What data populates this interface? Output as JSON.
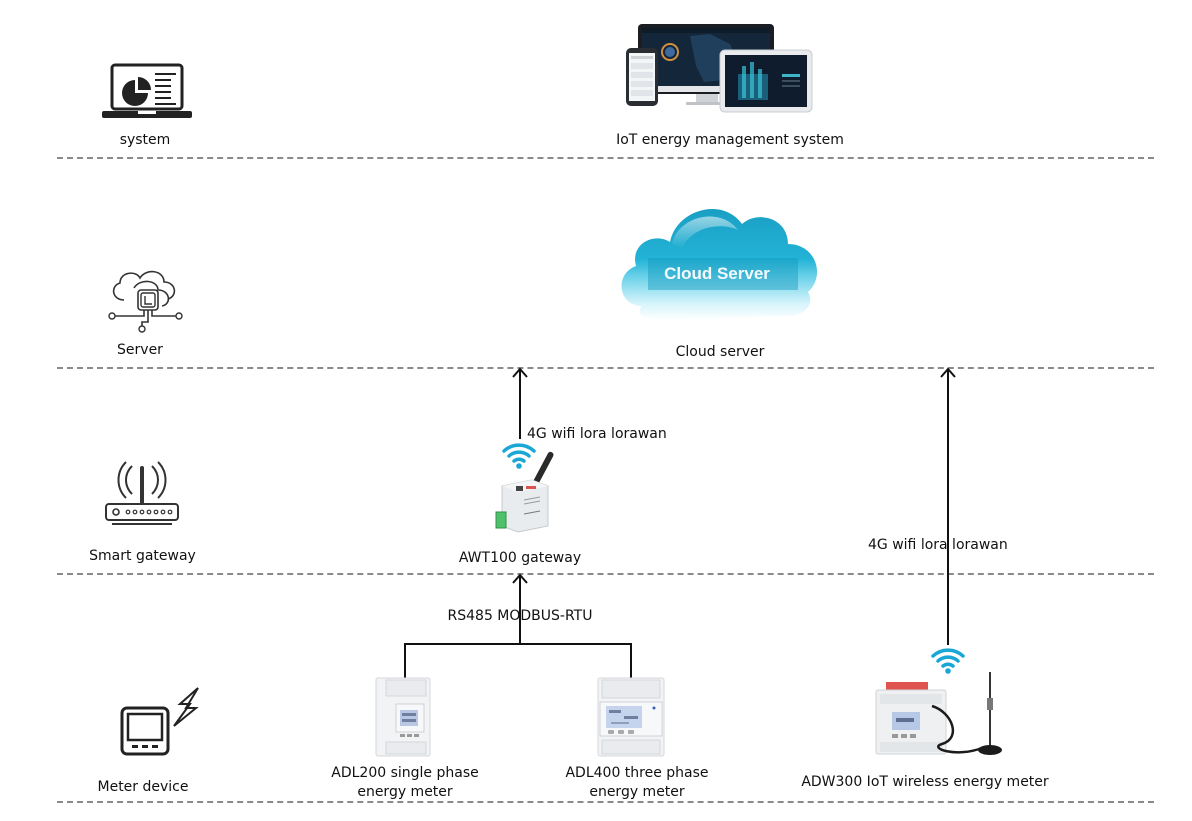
{
  "layers": [
    {
      "id": "system",
      "label": "system"
    },
    {
      "id": "server",
      "label": "Server"
    },
    {
      "id": "gateway",
      "label": "Smart gateway"
    },
    {
      "id": "meter",
      "label": "Meter device"
    }
  ],
  "nodes": {
    "iot_system": {
      "label": "IoT energy management system"
    },
    "cloud": {
      "inner_text": "Cloud Server",
      "label": "Cloud server"
    },
    "awt100": {
      "label": "AWT100 gateway"
    },
    "adl200": {
      "label_line1": "ADL200 single phase",
      "label_line2": "energy meter"
    },
    "adl400": {
      "label_line1": "ADL400 three phase",
      "label_line2": "energy meter"
    },
    "adw300": {
      "label": "ADW300 IoT wireless energy meter"
    }
  },
  "connections": {
    "gateway_to_cloud": "4G wifi lora lorawan",
    "adw300_to_cloud": "4G wifi lora lorawan",
    "meters_to_gateway": "RS485 MODBUS-RTU"
  },
  "colors": {
    "wifi": "#1aa7d6",
    "cloud_top": "#1ba6c9",
    "cloud_bottom": "#e8f8fc",
    "divider": "#8a8a8a"
  }
}
